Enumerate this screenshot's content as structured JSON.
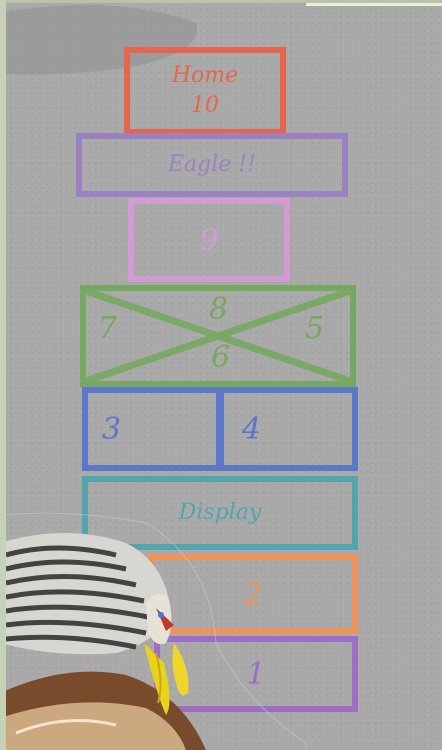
{
  "hopscotch": {
    "home_label": "Home",
    "home_number": "10",
    "eagle": "Eagle !!",
    "nine": "9",
    "cross": {
      "seven": "7",
      "eight": "8",
      "five": "5",
      "six": "6"
    },
    "three": "3",
    "four": "4",
    "display": "Display",
    "two": "2",
    "one": "1"
  },
  "colors": {
    "home": "#e5654f",
    "eagle": "#9a82c2",
    "nine": "#d39bd3",
    "cross": "#77a85f",
    "three_four": "#5a77c9",
    "display": "#52a4ad",
    "two": "#f0935b",
    "one": "#9d6ec2"
  }
}
